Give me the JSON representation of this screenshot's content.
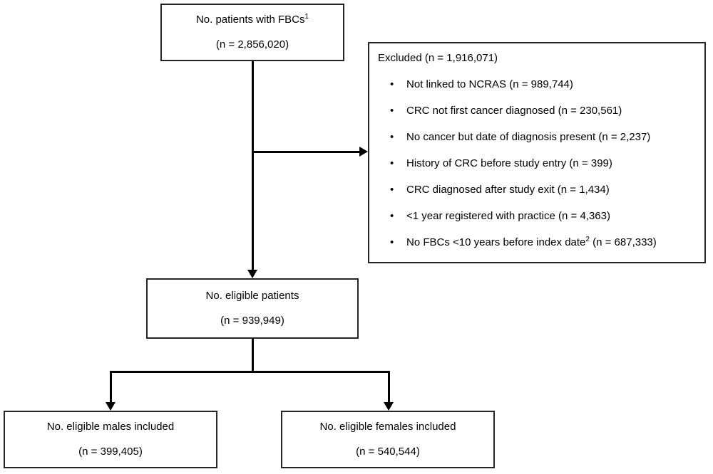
{
  "flowchart": {
    "boxes": {
      "patients": {
        "line1": "No. patients with FBCs",
        "superscript": "1",
        "line2": "(n = 2,856,020)"
      },
      "eligible": {
        "line1": "No. eligible patients",
        "line2": "(n = 939,949)"
      },
      "males": {
        "line1": "No. eligible males included",
        "line2": "(n = 399,405)"
      },
      "females": {
        "line1": "No. eligible females included",
        "line2": "(n = 540,544)"
      }
    },
    "excluded": {
      "title": "Excluded (n = 1,916,071)",
      "bullet_glyph": "•",
      "items": [
        {
          "text": "Not linked to NCRAS (n = 989,744)"
        },
        {
          "text": "CRC not first cancer diagnosed (n = 230,561)"
        },
        {
          "text": "No cancer but date of diagnosis present (n = 2,237)"
        },
        {
          "text": "History of CRC before study entry (n = 399)"
        },
        {
          "text": "CRC diagnosed after study exit (n = 1,434)"
        },
        {
          "text": "<1 year registered with practice (n = 4,363)"
        },
        {
          "text": "No FBCs <10 years before index date",
          "superscript": "2",
          "text_after": " (n = 687,333)"
        }
      ]
    },
    "colors": {
      "box_border": "#262626",
      "connector": "#000000",
      "text": "#000000",
      "background": "#ffffff"
    }
  }
}
